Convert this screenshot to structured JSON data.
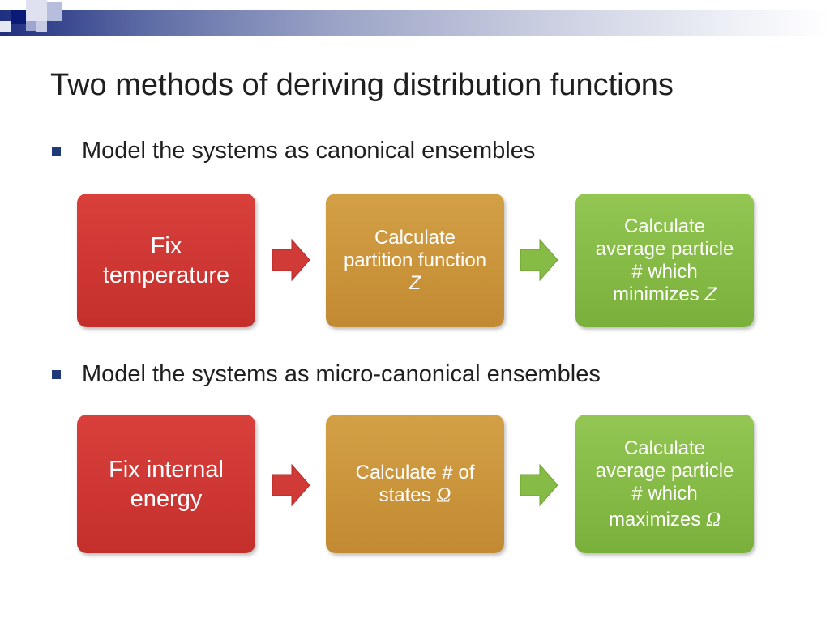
{
  "slide": {
    "title": "Two methods of deriving distribution functions",
    "bullets": [
      "Model the systems as canonical ensembles",
      "Model the systems as micro-canonical ensembles"
    ]
  },
  "canonical_flow": {
    "step1": {
      "line1": "Fix",
      "line2": "temperature"
    },
    "step2": {
      "line1": "Calculate",
      "line2": "partition function",
      "symbol": "Z"
    },
    "step3": {
      "line1": "Calculate",
      "line2": "average particle",
      "line3": "# which",
      "line4": "minimizes",
      "symbol": "Z"
    }
  },
  "microcanonical_flow": {
    "step1": {
      "line1": "Fix internal",
      "line2": "energy"
    },
    "step2": {
      "line1": "Calculate # of",
      "line2": "states",
      "symbol": "Ω"
    },
    "step3": {
      "line1": "Calculate",
      "line2": "average particle",
      "line3": "# which",
      "line4": "maximizes",
      "symbol": "Ω"
    }
  },
  "colors": {
    "step1": "#d13b37",
    "step2": "#cb9540",
    "step3": "#88bd48",
    "arrow_red": "#d13b37",
    "arrow_green": "#86bb45",
    "bullet": "#1f3a7a"
  },
  "icons": {
    "arrow": "right-arrow-icon",
    "bullet": "square-bullet-icon"
  }
}
